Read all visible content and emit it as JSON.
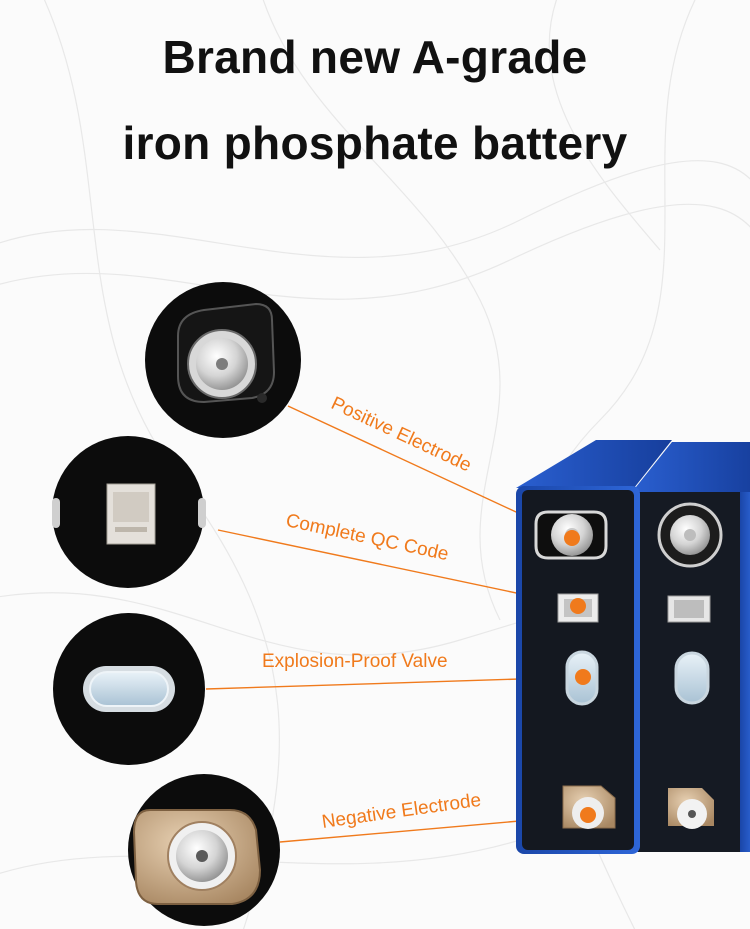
{
  "headline": {
    "line1": "Brand new A-grade",
    "line2": "iron phosphate battery"
  },
  "callouts": {
    "positive": "Positive Electrode",
    "qc": "Complete QC Code",
    "valve": "Explosion-Proof Valve",
    "negative": "Negative Electrode"
  },
  "colors": {
    "accent": "#f07a1c",
    "battery_blue": "#1f4fb8",
    "battery_face": "#141820",
    "headline": "#111111"
  },
  "icons": [
    "positive-terminal-closeup",
    "qr-label-closeup",
    "safety-valve-closeup",
    "negative-terminal-closeup"
  ]
}
